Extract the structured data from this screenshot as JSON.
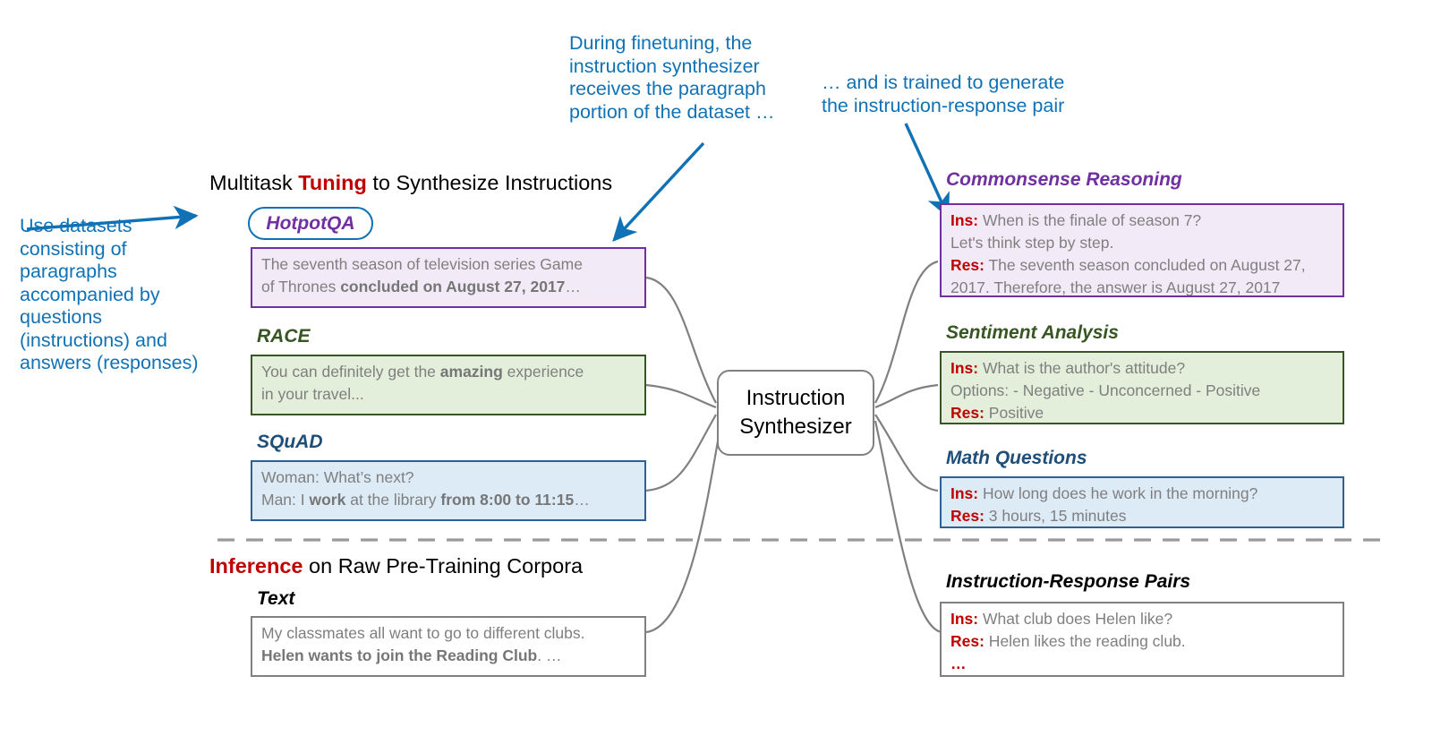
{
  "colors": {
    "annotation_blue": "#1072b5",
    "highlight_red": "#c00000",
    "purple": "#7030a0",
    "green": "#375623",
    "blue": "#1f4e79",
    "gray": "#808080",
    "body_text": "#7f7f7f"
  },
  "annotations": {
    "left": "Use datasets\nconsisting of\nparagraphs\naccompanied by\nquestions\n(instructions) and\nanswers (responses)",
    "top_middle": "During finetuning, the\ninstruction synthesizer\nreceives the paragraph\nportion of the dataset …",
    "top_right": "… and is trained to generate\nthe instruction-response pair"
  },
  "sections": {
    "tuning": {
      "prefix": "Multitask ",
      "highlight": "Tuning",
      "suffix": " to Synthesize Instructions"
    },
    "inference": {
      "prefix": "",
      "highlight": "Inference",
      "suffix": " on Raw Pre-Training Corpora"
    }
  },
  "center_node": {
    "label": "Instruction\nSynthesizer"
  },
  "inputs": [
    {
      "name": "HotpotQA",
      "pill": true,
      "color": "purple",
      "lines": [
        {
          "segments": [
            {
              "text": "The seventh season of television series Game",
              "bold": false
            }
          ]
        },
        {
          "segments": [
            {
              "text": "of Thrones ",
              "bold": false
            },
            {
              "text": "concluded on August 27, 2017",
              "bold": true
            },
            {
              "text": "…",
              "bold": false
            }
          ]
        }
      ]
    },
    {
      "name": "RACE",
      "pill": false,
      "color": "green",
      "lines": [
        {
          "segments": [
            {
              "text": "You can definitely get the ",
              "bold": false
            },
            {
              "text": "amazing",
              "bold": true
            },
            {
              "text": " experience",
              "bold": false
            }
          ]
        },
        {
          "segments": [
            {
              "text": "in your travel...",
              "bold": false
            }
          ]
        }
      ]
    },
    {
      "name": "SQuAD",
      "pill": false,
      "color": "blue",
      "lines": [
        {
          "segments": [
            {
              "text": "Woman: What’s next?",
              "bold": false
            }
          ]
        },
        {
          "segments": [
            {
              "text": "Man: I ",
              "bold": false
            },
            {
              "text": "work",
              "bold": true
            },
            {
              "text": " at the library ",
              "bold": false
            },
            {
              "text": "from 8:00 to 11:15",
              "bold": true
            },
            {
              "text": "…",
              "bold": false
            }
          ]
        }
      ]
    },
    {
      "name": "Text",
      "pill": false,
      "color": "gray",
      "lines": [
        {
          "segments": [
            {
              "text": "My classmates all want to go to different clubs.",
              "bold": false
            }
          ]
        },
        {
          "segments": [
            {
              "text": "Helen wants to join the Reading Club",
              "bold": true
            },
            {
              "text": ". …",
              "bold": false
            }
          ]
        }
      ]
    }
  ],
  "outputs": [
    {
      "name": "Commonsense Reasoning",
      "color": "purple",
      "lines": [
        {
          "label": "Ins:",
          "segments": [
            {
              "text": " When is the finale of season 7?",
              "bold": false
            }
          ]
        },
        {
          "label": "",
          "segments": [
            {
              "text": "Let's think step by step.",
              "bold": false
            }
          ]
        },
        {
          "label": "Res:",
          "segments": [
            {
              "text": " The seventh season concluded on August 27,",
              "bold": false
            }
          ]
        },
        {
          "label": "",
          "segments": [
            {
              "text": "2017. Therefore, the answer is August 27, 2017",
              "bold": false
            }
          ]
        }
      ]
    },
    {
      "name": "Sentiment Analysis",
      "color": "green",
      "lines": [
        {
          "label": "Ins:",
          "segments": [
            {
              "text": " What is the author's attitude?",
              "bold": false
            }
          ]
        },
        {
          "label": "",
          "segments": [
            {
              "text": "Options: - Negative - Unconcerned - Positive",
              "bold": false
            }
          ]
        },
        {
          "label": "Res:",
          "segments": [
            {
              "text": " Positive",
              "bold": false
            }
          ]
        }
      ]
    },
    {
      "name": "Math Questions",
      "color": "blue",
      "lines": [
        {
          "label": "Ins:",
          "segments": [
            {
              "text": " How long does he work in the morning?",
              "bold": false
            }
          ]
        },
        {
          "label": "Res:",
          "segments": [
            {
              "text": " 3 hours, 15 minutes",
              "bold": false
            }
          ]
        }
      ]
    },
    {
      "name": "Instruction-Response Pairs",
      "color": "gray",
      "lines": [
        {
          "label": "Ins:",
          "segments": [
            {
              "text": " What club does Helen like?",
              "bold": false
            }
          ]
        },
        {
          "label": "Res:",
          "segments": [
            {
              "text": " Helen likes the reading club.",
              "bold": false
            }
          ]
        },
        {
          "label": "…",
          "segments": []
        }
      ]
    }
  ]
}
